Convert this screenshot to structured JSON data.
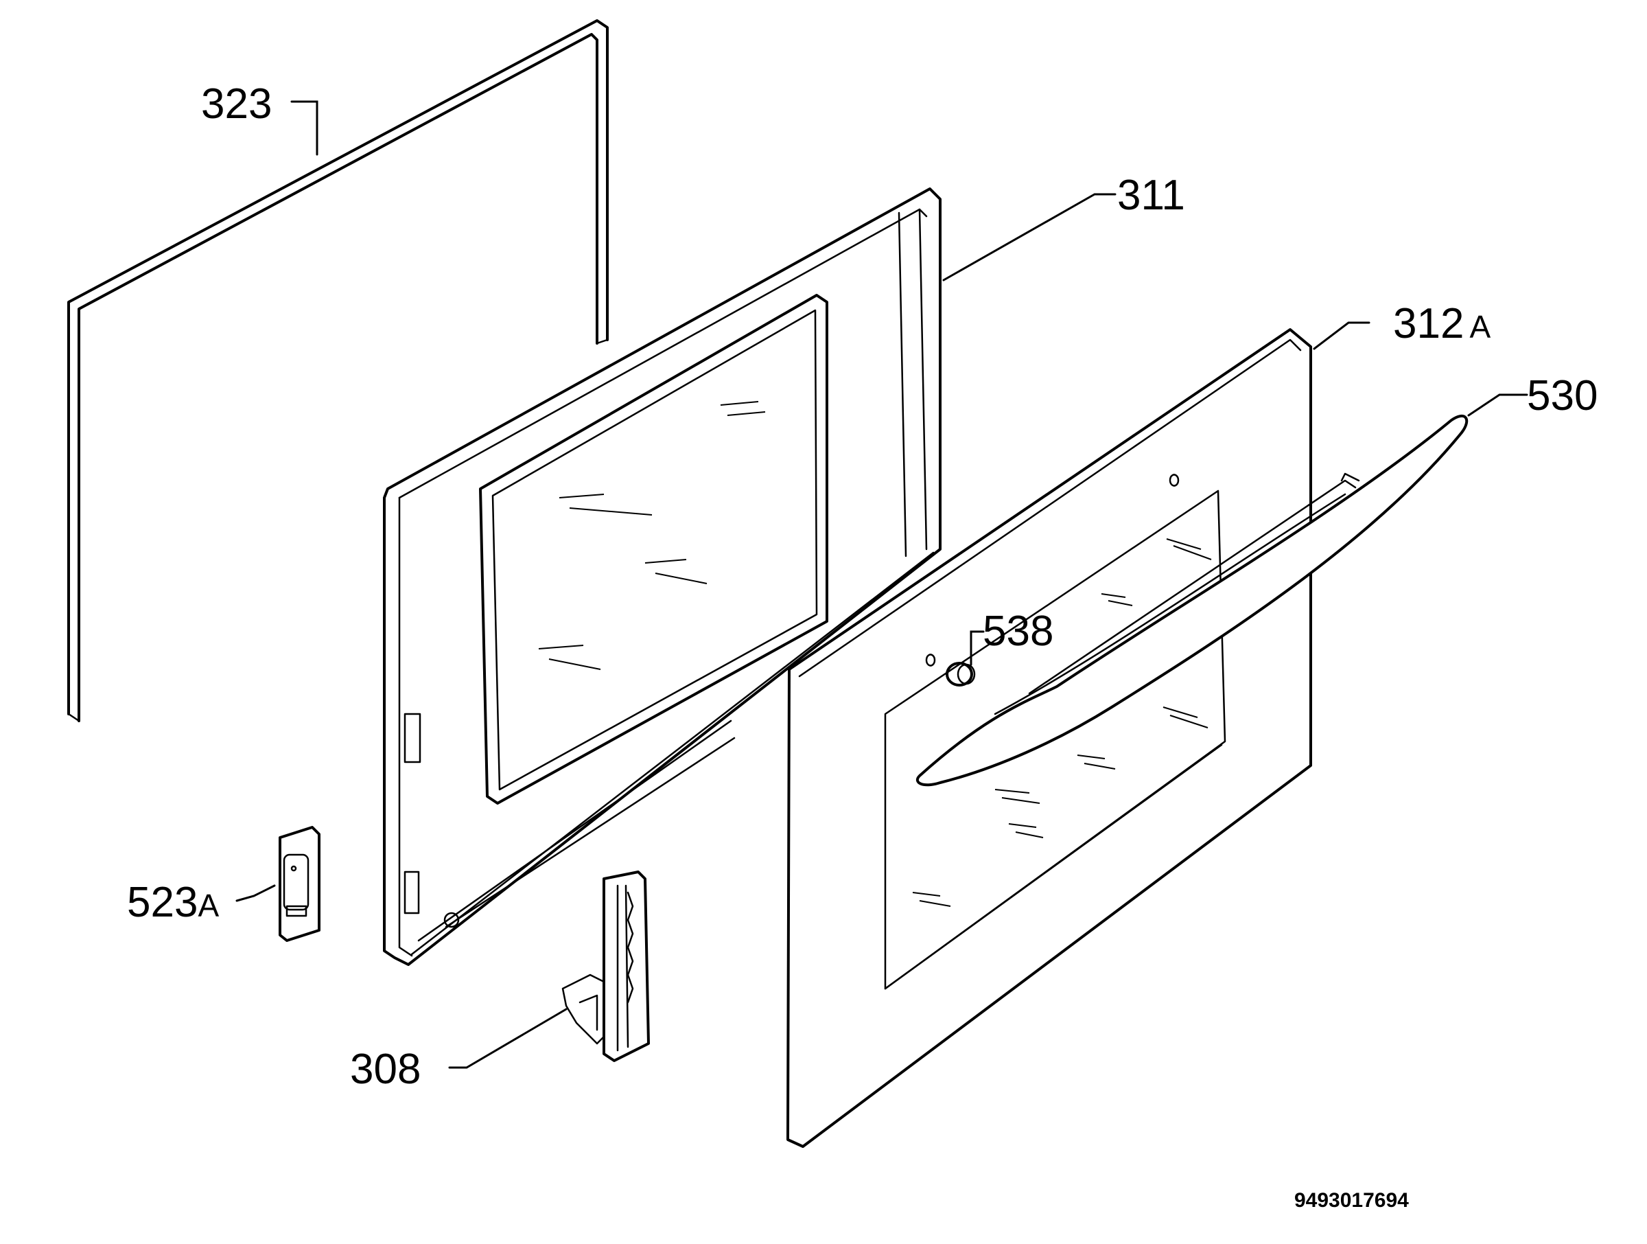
{
  "diagram": {
    "drawing_number": "9493017694",
    "callouts": {
      "p323": "323",
      "p311": "311",
      "p312a": "312",
      "p312a_suffix": "A",
      "p530": "530",
      "p538": "538",
      "p523a": "523",
      "p523a_suffix": "A",
      "p308": "308"
    }
  }
}
